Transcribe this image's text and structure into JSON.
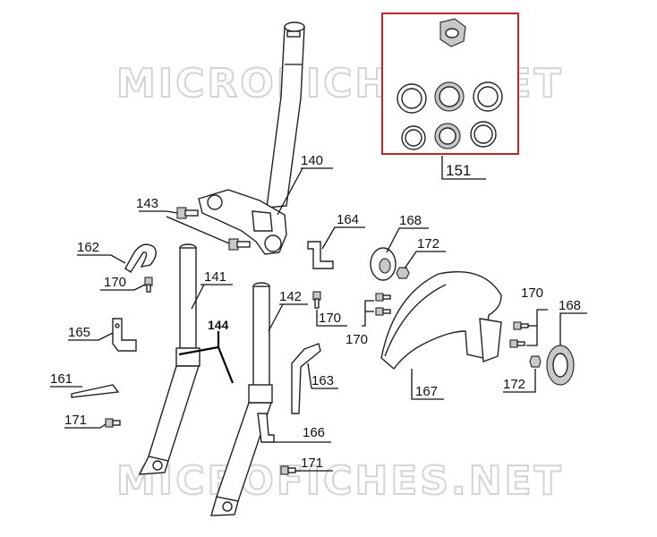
{
  "watermarks": [
    "MICROFICHES.NET",
    "MICROFICHES.NET"
  ],
  "callouts": {
    "c140": "140",
    "c141": "141",
    "c142": "142",
    "c143": "143",
    "c144": "144",
    "c151": "151",
    "c161": "161",
    "c162": "162",
    "c163": "163",
    "c164": "164",
    "c165": "165",
    "c166": "166",
    "c167": "167",
    "c168a": "168",
    "c168b": "168",
    "c170a": "170",
    "c170b": "170",
    "c170c": "170",
    "c170d": "170",
    "c171a": "171",
    "c171b": "171",
    "c172a": "172",
    "c172b": "172"
  },
  "colors": {
    "highlight_box": "#c0272d",
    "ink": "#111111",
    "watermark_stroke": "#d4d4d4"
  }
}
